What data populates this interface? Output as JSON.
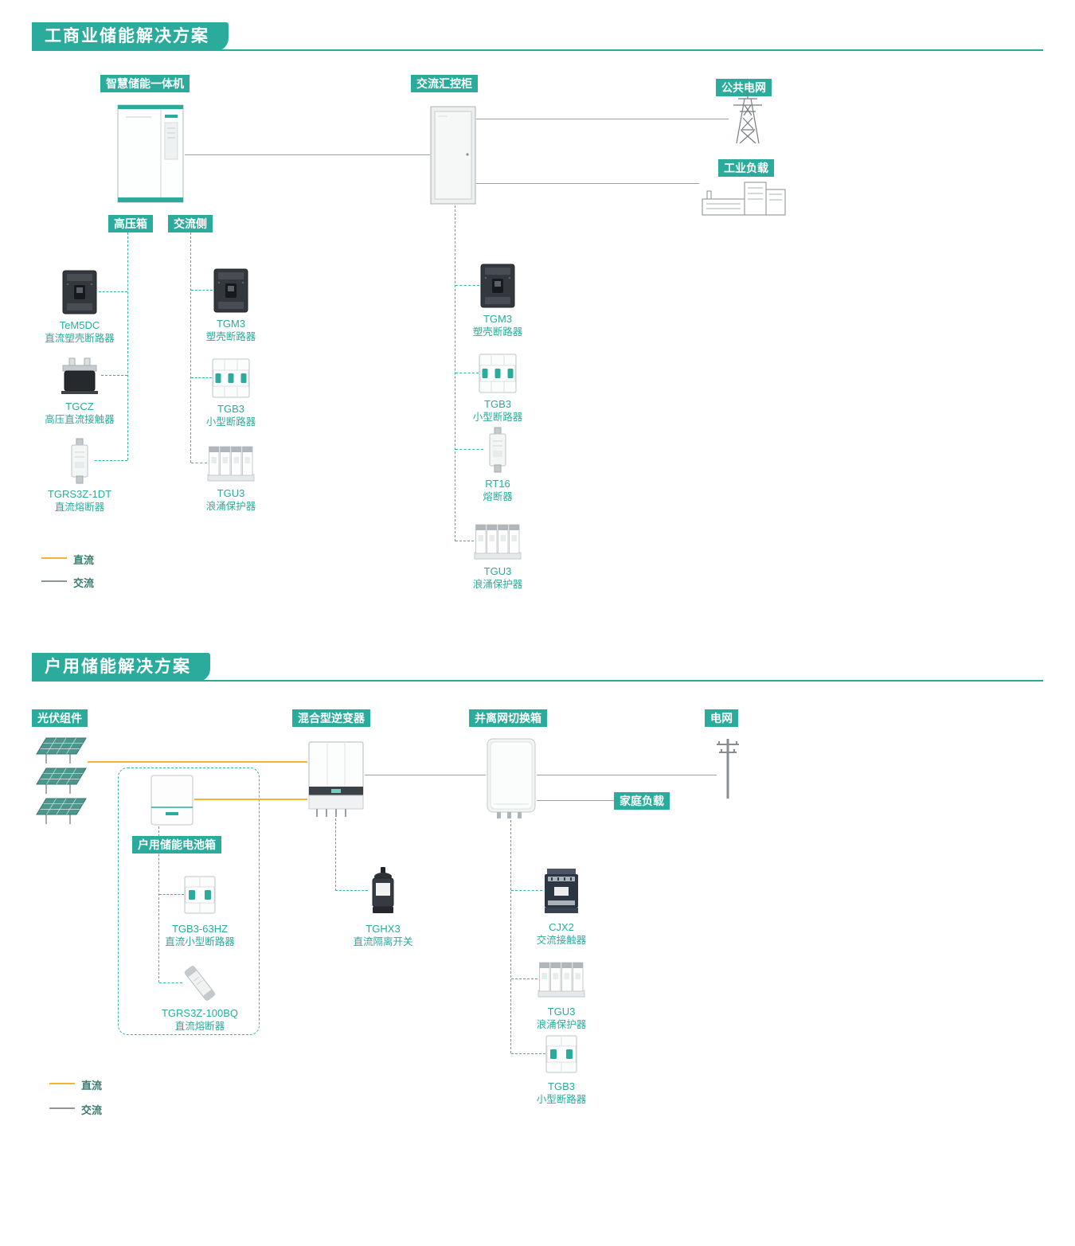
{
  "colors": {
    "teal": "#2aab9b",
    "orange_dc": "#f9b233",
    "gray_ac": "#9aa0a3"
  },
  "s1": {
    "title": "工商业储能解决方案",
    "labels": {
      "storage": "智慧储能一体机",
      "cabinet": "交流汇控柜",
      "grid": "公共电网",
      "load": "工业负载",
      "hv": "高压箱",
      "ac": "交流侧"
    },
    "hv_products": [
      {
        "name": "TeM5DC",
        "desc": "直流塑壳断路器"
      },
      {
        "name": "TGCZ",
        "desc": "高压直流接触器"
      },
      {
        "name": "TGRS3Z-1DT",
        "desc": "直流熔断器"
      }
    ],
    "ac_products": [
      {
        "name": "TGM3",
        "desc": "塑壳断路器"
      },
      {
        "name": "TGB3",
        "desc": "小型断路器"
      },
      {
        "name": "TGU3",
        "desc": "浪涌保护器"
      }
    ],
    "cab_products": [
      {
        "name": "TGM3",
        "desc": "塑壳断路器"
      },
      {
        "name": "TGB3",
        "desc": "小型断路器"
      },
      {
        "name": "RT16",
        "desc": "熔断器"
      },
      {
        "name": "TGU3",
        "desc": "浪涌保护器"
      }
    ],
    "legend": {
      "dc": "直流",
      "ac": "交流"
    }
  },
  "s2": {
    "title": "户用储能解决方案",
    "labels": {
      "pv": "光伏组件",
      "inverter": "混合型逆变器",
      "switchbox": "并离网切换箱",
      "grid": "电网",
      "homeload": "家庭负载",
      "battery": "户用储能电池箱"
    },
    "battery_products": [
      {
        "name": "TGB3-63HZ",
        "desc": "直流小型断路器"
      },
      {
        "name": "TGRS3Z-100BQ",
        "desc": "直流熔断器"
      }
    ],
    "inverter_products": [
      {
        "name": "TGHX3",
        "desc": "直流隔离开关"
      }
    ],
    "switch_products": [
      {
        "name": "CJX2",
        "desc": "交流接触器"
      },
      {
        "name": "TGU3",
        "desc": "浪涌保护器"
      },
      {
        "name": "TGB3",
        "desc": "小型断路器"
      }
    ],
    "legend": {
      "dc": "直流",
      "ac": "交流"
    }
  }
}
